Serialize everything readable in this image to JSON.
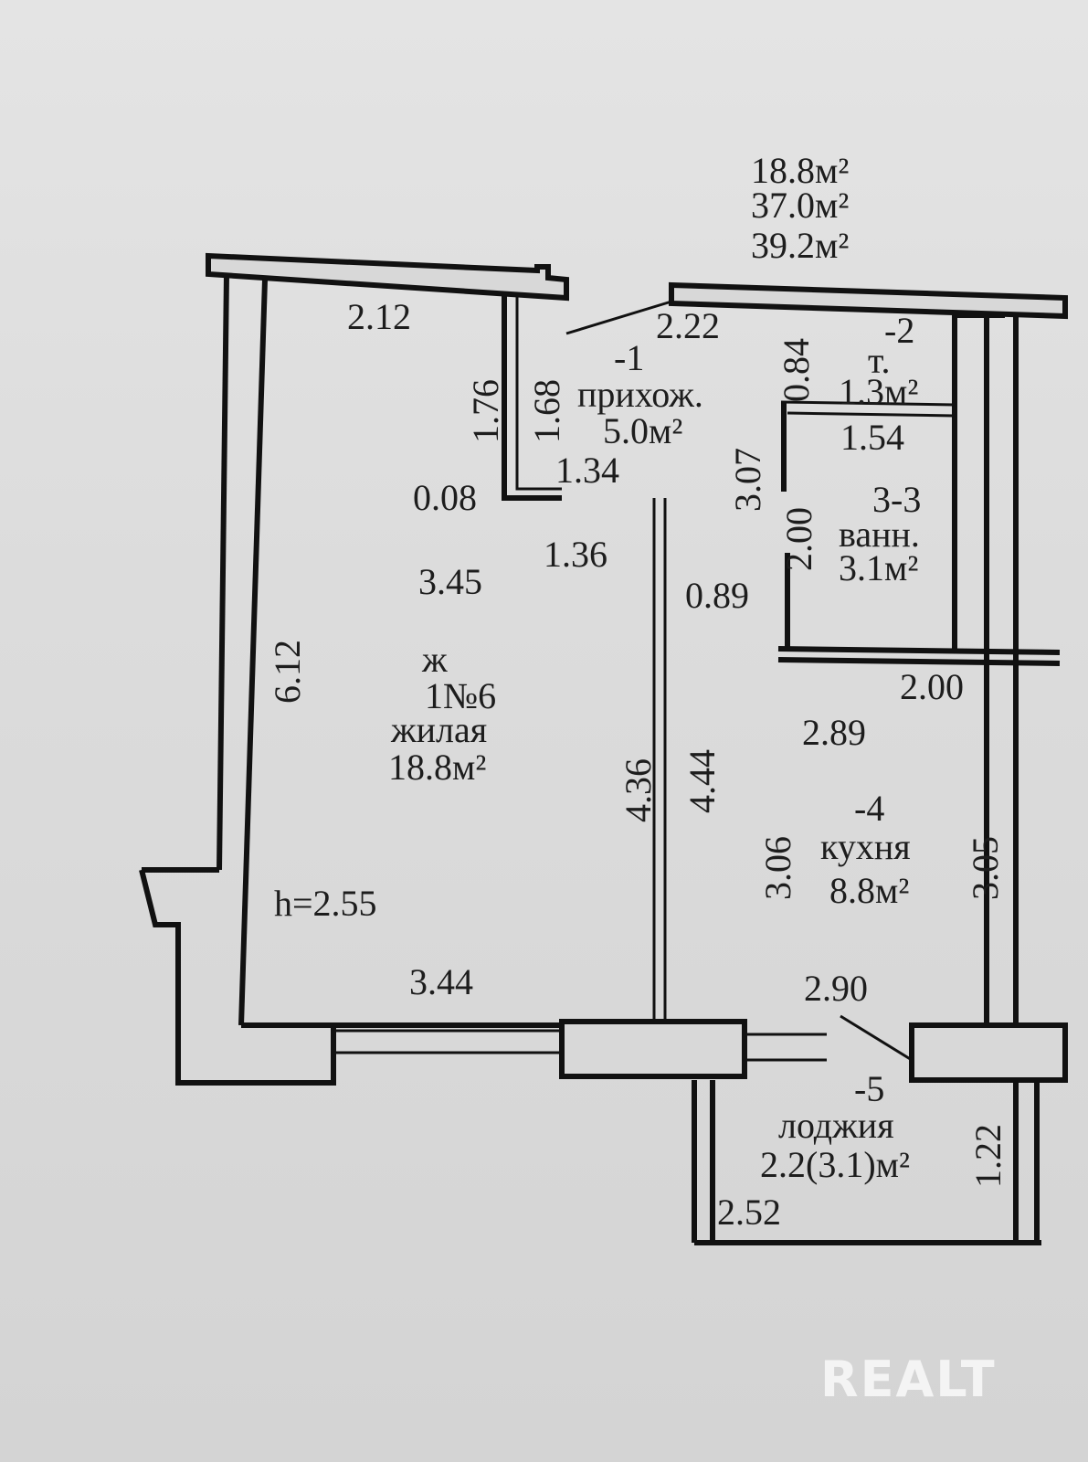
{
  "totals": {
    "living": "18.8м²",
    "total": "37.0м²",
    "total_with_loggia": "39.2м²"
  },
  "dimensions": {
    "d212": "2.12",
    "d176": "1.76",
    "d168": "1.68",
    "d222": "2.22",
    "d084": "0.84",
    "d154": "1.54",
    "d307": "3.07",
    "d008": "0.08",
    "d134": "1.34",
    "d200a": "2.00",
    "d136": "1.36",
    "d345": "3.45",
    "d089": "0.89",
    "d612": "6.12",
    "d200b": "2.00",
    "d289": "2.89",
    "d436": "4.36",
    "d444": "4.44",
    "d306": "3.06",
    "d305": "3.05",
    "d344": "3.44",
    "d290": "2.90",
    "d122": "1.22",
    "d252": "2.52"
  },
  "ceiling_height": "h=2.55",
  "rooms": {
    "hall": {
      "num": "-1",
      "name": "прихож.",
      "area": "5.0м²"
    },
    "toilet": {
      "num": "-2",
      "name": "т.",
      "area": "1.3м²"
    },
    "bath": {
      "num": "3-3",
      "name": "ванн.",
      "area": "3.1м²"
    },
    "living": {
      "prefix": "ж",
      "num": "1№6",
      "name": "жилая",
      "area": "18.8м²"
    },
    "kitchen": {
      "num": "-4",
      "name": "кухня",
      "area": "8.8м²"
    },
    "loggia": {
      "num": "-5",
      "name": "лоджия",
      "area": "2.2(3.1)м²"
    }
  },
  "watermark": "REALT"
}
